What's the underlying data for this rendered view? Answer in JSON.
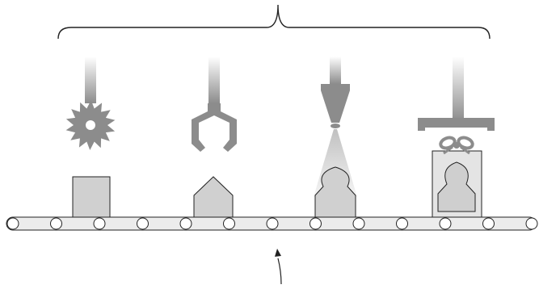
{
  "diagram": {
    "stations": [
      {
        "tool": "circular-saw",
        "product_stage": "raw-block"
      },
      {
        "tool": "gripper-claw",
        "product_stage": "pointed-block"
      },
      {
        "tool": "spray-nozzle",
        "product_stage": "finished-figure"
      },
      {
        "tool": "box-press",
        "product_stage": "gift-boxed-figure"
      }
    ],
    "belt": {
      "rollers": 13,
      "direction": "left-to-right"
    },
    "annotations": {
      "bracket_over_stations": true,
      "arrow_to_belt": true
    },
    "colors": {
      "tool_gray": "#8c8c8c",
      "tool_gradient_light": "#ffffff",
      "product_fill": "#d0d0d0",
      "stroke": "#222222",
      "belt_fill": "#ececec",
      "background": "#ffffff"
    }
  }
}
